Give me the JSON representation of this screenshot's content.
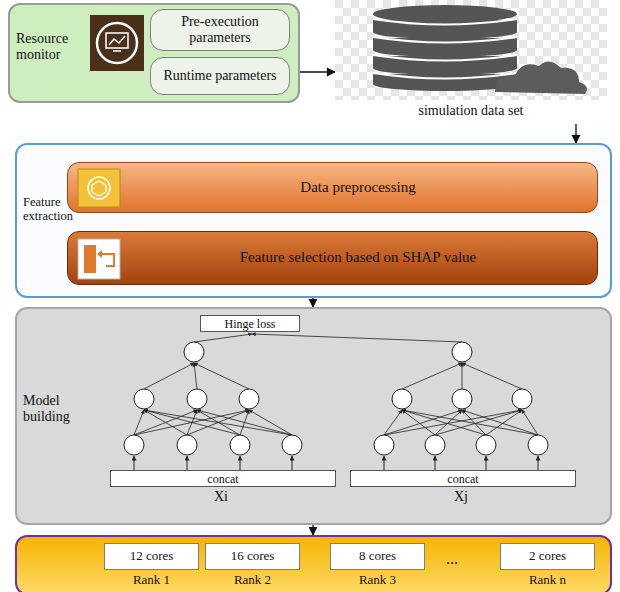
{
  "diagram": {
    "nodes": [
      {
        "text": [
          "Resource monitor"
        ]
      },
      {
        "text": [
          "Pre-execution parameters"
        ],
        "in": 0
      },
      {
        "text": [
          "Runtime parameters"
        ],
        "in": 0
      },
      {
        "text": [
          "simulation data set"
        ]
      },
      {
        "text": [
          "Feature extraction"
        ]
      },
      {
        "text": [
          "Data preprocessing"
        ],
        "in": 4
      },
      {
        "text": [
          "Feature selection based on SHAP value"
        ],
        "in": 4
      },
      {
        "text": [
          "Model building"
        ]
      },
      {
        "text": [
          "Hinge loss"
        ],
        "in": 7
      },
      {
        "text": [
          "concat"
        ],
        "in": 7
      },
      {
        "text": [
          "concat"
        ],
        "in": 7
      },
      {
        "text": []
      },
      {
        "text": [
          "12 cores",
          "Rank 1"
        ],
        "in": 11
      },
      {
        "text": [
          "16 cores",
          "Rank 2"
        ],
        "in": 11
      },
      {
        "text": [
          "8 cores",
          "Rank 3"
        ],
        "in": 11
      },
      {
        "text": [
          "2 cores",
          "Rank n"
        ],
        "in": 11
      }
    ],
    "edges": [
      {
        "from": 0,
        "to": 3,
        "arrow": "to"
      },
      {
        "from": 3,
        "to": 4,
        "arrow": "to"
      },
      {
        "from": 5,
        "to": 6,
        "arrow": "to"
      },
      {
        "from": 4,
        "to": 7,
        "arrow": "to"
      },
      {
        "from": 7,
        "to": 11,
        "arrow": "to"
      }
    ],
    "labels": [
      "Xi",
      "Xj",
      "..."
    ]
  }
}
